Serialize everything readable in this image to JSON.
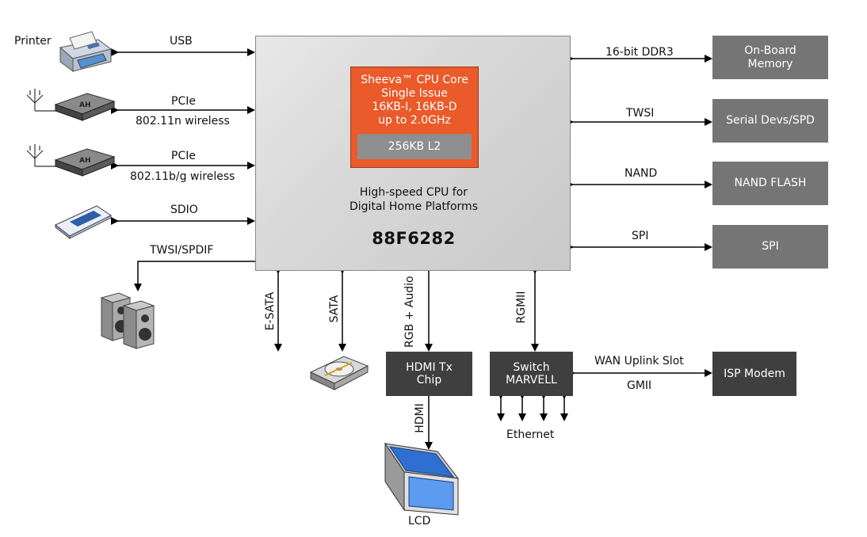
{
  "soc": {
    "cpu_core": [
      "Sheeva™ CPU Core",
      "Single Issue",
      "16KB-I, 16KB-D",
      "up to 2.0GHz"
    ],
    "l2_cache": "256KB L2",
    "description": [
      "High-speed CPU for",
      "Digital Home Platforms"
    ],
    "chip_name": "88F6282"
  },
  "left_peripherals": {
    "printer_label": "Printer",
    "usb": "USB",
    "pcie_1": "PCIe",
    "wireless_n": "802.11n wireless",
    "pcie_2": "PCIe",
    "wireless_bg": "802.11b/g wireless",
    "sdio": "SDIO",
    "twsi_spdif": "TWSI/SPDIF"
  },
  "right_peripherals": {
    "ddr3": "16-bit DDR3",
    "onboard_memory": [
      "On-Board",
      "Memory"
    ],
    "twsi": "TWSI",
    "serial_devs": "Serial Devs/SPD",
    "nand": "NAND",
    "nand_flash": "NAND FLASH",
    "spi": "SPI",
    "spi_box": "SPI"
  },
  "bottom": {
    "esata": "E-SATA",
    "sata": "SATA",
    "rgb_audio": "RGB + Audio",
    "rgmii": "RGMII",
    "hdmi_tx": [
      "HDMI Tx",
      "Chip"
    ],
    "switch": [
      "Switch",
      "MARVELL"
    ],
    "wan_uplink": "WAN Uplink Slot",
    "gmii": "GMII",
    "isp_modem": "ISP Modem",
    "hdmi": "HDMI",
    "ethernet": "Ethernet",
    "lcd": "LCD"
  },
  "colors": {
    "cpu_core": "#ea5a2a",
    "l2_cache": "#8e8e8e",
    "peripheral_box": "#757575",
    "dark_box": "#3f3f3f",
    "soc_body": "#d9d9d9"
  },
  "icons": [
    "printer-icon",
    "wireless-card-icon",
    "sd-card-icon",
    "speakers-icon",
    "hard-drive-icon",
    "lcd-monitor-icon"
  ]
}
